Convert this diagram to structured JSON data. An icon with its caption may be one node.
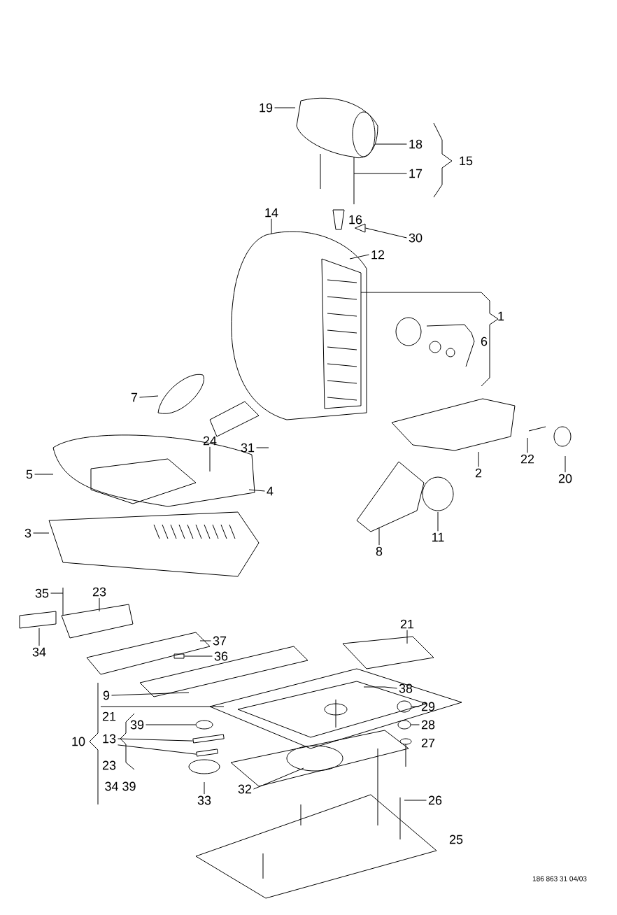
{
  "diagram": {
    "nodes": [
      {
        "text": [
          "19"
        ]
      },
      {
        "text": [
          "18"
        ]
      },
      {
        "text": [
          "17"
        ]
      },
      {
        "text": [
          "14"
        ]
      },
      {
        "text": [
          "30"
        ]
      },
      {
        "text": [
          "12"
        ]
      },
      {
        "text": [
          "7"
        ]
      },
      {
        "text": [
          "24"
        ]
      },
      {
        "text": [
          "31"
        ]
      },
      {
        "text": [
          "5"
        ]
      },
      {
        "text": [
          "4"
        ]
      },
      {
        "text": [
          "2"
        ]
      },
      {
        "text": [
          "22"
        ]
      },
      {
        "text": [
          "20"
        ]
      },
      {
        "text": [
          "3"
        ]
      },
      {
        "text": [
          "11"
        ]
      },
      {
        "text": [
          "8"
        ]
      },
      {
        "text": [
          "35"
        ]
      },
      {
        "text": [
          "23"
        ]
      },
      {
        "text": [
          "21"
        ]
      },
      {
        "text": [
          "37"
        ]
      },
      {
        "text": [
          "34"
        ]
      },
      {
        "text": [
          "36"
        ]
      },
      {
        "text": [
          "9"
        ]
      },
      {
        "text": [
          "38"
        ]
      },
      {
        "text": [
          "29"
        ]
      },
      {
        "text": [
          "39"
        ]
      },
      {
        "text": [
          "28"
        ]
      },
      {
        "text": [
          "32"
        ]
      },
      {
        "text": [
          "33"
        ]
      },
      {
        "text": [
          "26"
        ]
      },
      {
        "text": [
          "13"
        ]
      },
      {
        "text": [],
        "shape": "triangle"
      },
      {
        "text": [],
        "shape": "box"
      },
      {
        "text": [],
        "shape": "ellipse"
      },
      {
        "text": [],
        "shape": "ellipse"
      },
      {
        "text": [],
        "shape": "box"
      },
      {
        "text": [],
        "shape": "box"
      },
      {
        "text": [],
        "shape": "ellipse"
      }
    ],
    "edges": [
      {
        "from": 0,
        "to": null,
        "arrow": "none"
      },
      {
        "from": 1,
        "to": null,
        "arrow": "none"
      },
      {
        "from": 2,
        "to": null,
        "arrow": "none"
      },
      {
        "from": 3,
        "to": null,
        "arrow": "none"
      },
      {
        "from": 4,
        "to": 32,
        "arrow": "none"
      },
      {
        "from": 5,
        "to": null,
        "arrow": "none"
      },
      {
        "from": 6,
        "to": null,
        "arrow": "none"
      },
      {
        "from": 7,
        "to": null,
        "arrow": "none"
      },
      {
        "from": 8,
        "to": null,
        "arrow": "none"
      },
      {
        "from": 9,
        "to": null,
        "arrow": "none"
      },
      {
        "from": 10,
        "to": null,
        "arrow": "none"
      },
      {
        "from": 11,
        "to": null,
        "arrow": "none"
      },
      {
        "from": 12,
        "to": null,
        "arrow": "none"
      },
      {
        "from": 13,
        "to": null,
        "arrow": "none"
      },
      {
        "from": 14,
        "to": null,
        "arrow": "none"
      },
      {
        "from": 15,
        "to": null,
        "arrow": "none"
      },
      {
        "from": 16,
        "to": null,
        "arrow": "none"
      },
      {
        "from": 17,
        "to": null,
        "arrow": "none"
      },
      {
        "from": 18,
        "to": null,
        "arrow": "none"
      },
      {
        "from": 19,
        "to": null,
        "arrow": "none"
      },
      {
        "from": 20,
        "to": null,
        "arrow": "none"
      },
      {
        "from": 21,
        "to": null,
        "arrow": "none"
      },
      {
        "from": 22,
        "to": 33,
        "arrow": "none"
      },
      {
        "from": 23,
        "to": null,
        "arrow": "none"
      },
      {
        "from": 24,
        "to": null,
        "arrow": "none"
      },
      {
        "from": 25,
        "to": 34,
        "arrow": "none"
      },
      {
        "from": 26,
        "to": 38,
        "arrow": "none"
      },
      {
        "from": 27,
        "to": 35,
        "arrow": "none"
      },
      {
        "from": 28,
        "to": null,
        "arrow": "none"
      },
      {
        "from": 29,
        "to": null,
        "arrow": "none"
      },
      {
        "from": 30,
        "to": null,
        "arrow": "none"
      },
      {
        "from": 31,
        "to": 36,
        "arrow": "none"
      },
      {
        "from": 31,
        "to": 37,
        "arrow": "none"
      }
    ],
    "labels": [
      "15",
      "16",
      "1",
      "6",
      "27",
      "21",
      "10",
      "23",
      "34 39",
      "25",
      "186 863 31 04/03"
    ]
  }
}
